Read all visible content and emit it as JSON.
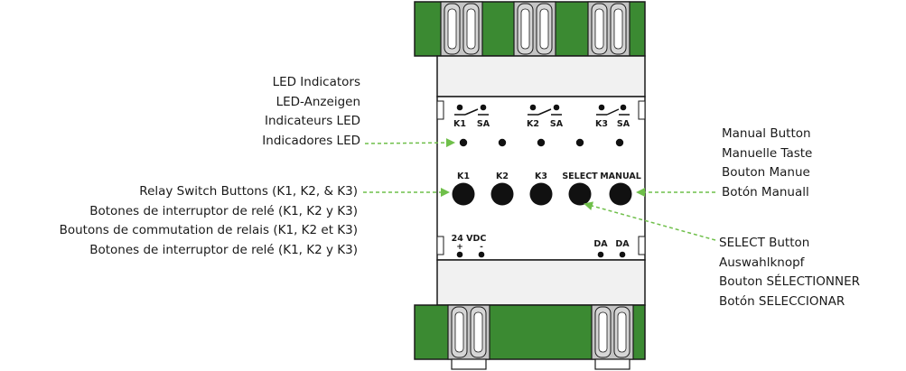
{
  "colors": {
    "housing_fill": "#ffffff",
    "housing_stroke": "#1a1a1a",
    "terminal_green": "#3b8a32",
    "clamp_gray": "#c4c4c4",
    "arrow_green": "#6fbf4a",
    "button_black": "#111111"
  },
  "device": {
    "relay_pairs": [
      {
        "left": "K1",
        "right": "SA"
      },
      {
        "left": "K2",
        "right": "SA"
      },
      {
        "left": "K3",
        "right": "SA"
      }
    ],
    "buttons": [
      {
        "label": "K1"
      },
      {
        "label": "K2"
      },
      {
        "label": "K3"
      },
      {
        "label": "SELECT"
      },
      {
        "label": "MANUAL"
      }
    ],
    "power": {
      "label": "24 VDC",
      "plus": "+",
      "minus": "-"
    },
    "da_left": "DA",
    "da_right": "DA"
  },
  "callouts": {
    "led": {
      "lines": [
        "LED Indicators",
        "LED-Anzeigen",
        "Indicateurs LED",
        "Indicadores LED"
      ]
    },
    "relay": {
      "lines": [
        "Relay Switch Buttons (K1, K2, & K3)",
        "Botones de interruptor de relé (K1, K2 y K3)",
        "Boutons de commutation de relais (K1, K2 et K3)",
        "Botones de interruptor de relé (K1, K2 y K3)"
      ]
    },
    "manual": {
      "lines": [
        "Manual Button",
        "Manuelle Taste",
        "Bouton Manue",
        "Botón Manuall"
      ]
    },
    "select": {
      "lines": [
        "SELECT Button",
        "Auswahlknopf",
        "Bouton SÉLECTIONNER",
        "Botón SELECCIONAR"
      ]
    }
  }
}
